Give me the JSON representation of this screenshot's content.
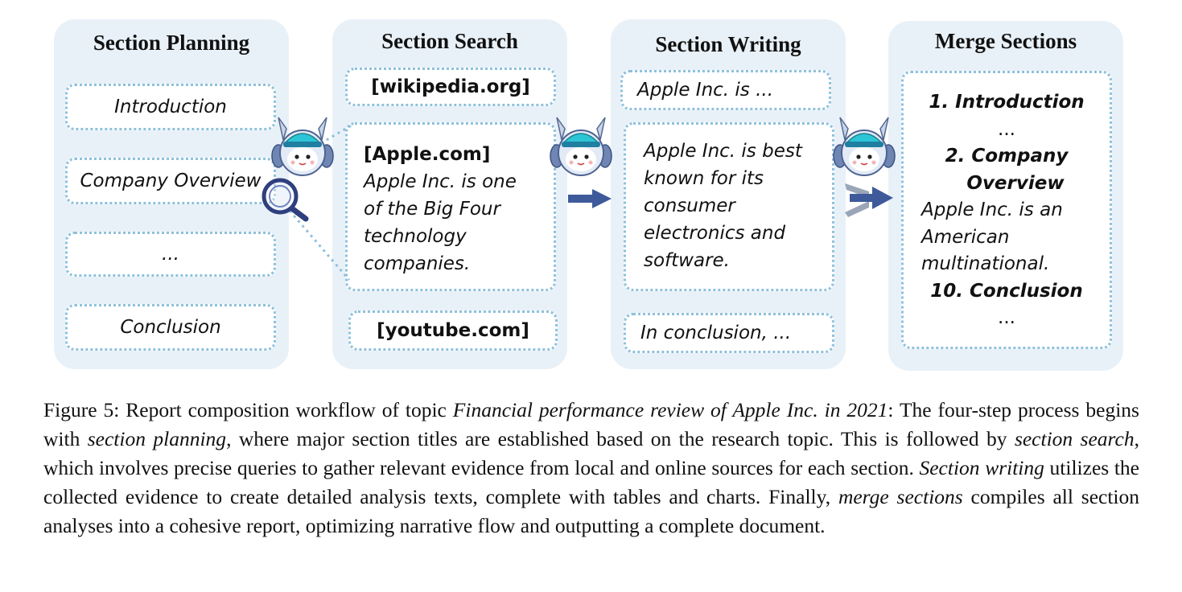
{
  "panels": {
    "planning": {
      "title": "Section Planning",
      "items": [
        "Introduction",
        "Company Overview",
        "...",
        "Conclusion"
      ]
    },
    "search": {
      "title": "Section Search",
      "source1": "[wikipedia.org]",
      "source2": "[Apple.com]",
      "source2_text": [
        "Apple Inc. is one",
        "of the Big Four",
        "technology",
        "companies."
      ],
      "source3": "[youtube.com]"
    },
    "writing": {
      "title": "Section Writing",
      "intro": "Apple Inc. is ...",
      "body": [
        "Apple Inc. is best",
        "known for its",
        "consumer",
        "electronics and",
        "software."
      ],
      "conclusion": "In conclusion, ..."
    },
    "merge": {
      "title": "Merge Sections",
      "heading1": "1. Introduction",
      "ellipsis1": "...",
      "heading2a": "2. Company",
      "heading2b": "Overview",
      "body": [
        "Apple Inc. is an",
        "American",
        "multinational."
      ],
      "heading3": "10. Conclusion",
      "ellipsis2": "..."
    }
  },
  "icons": [
    "robot-icon",
    "magnifier-icon",
    "arrow-right-icon"
  ],
  "colors": {
    "panel_bg": "#e9f1f8",
    "box_border": "#8ec1dc",
    "arrow": "#3f5a9a",
    "robot_accent": "#2cc5d6"
  },
  "caption": {
    "label": "Figure 5: Report composition workflow of topic ",
    "topic": "Financial performance review of Apple Inc. in 2021",
    "p1": ": The four-step process begins with ",
    "t1": "section planning",
    "p2": ", where major section titles are established based on the research topic. This is followed by ",
    "t2": "section search",
    "p3": ", which involves precise queries to gather relevant evidence from local and online sources for each section. ",
    "t3": "Section writing",
    "p4": " utilizes the collected evidence to create detailed analysis texts, complete with tables and charts. Finally, ",
    "t4": "merge sections",
    "p5": " compiles all section analyses into a cohesive report, optimizing narrative flow and outputting a complete document."
  }
}
